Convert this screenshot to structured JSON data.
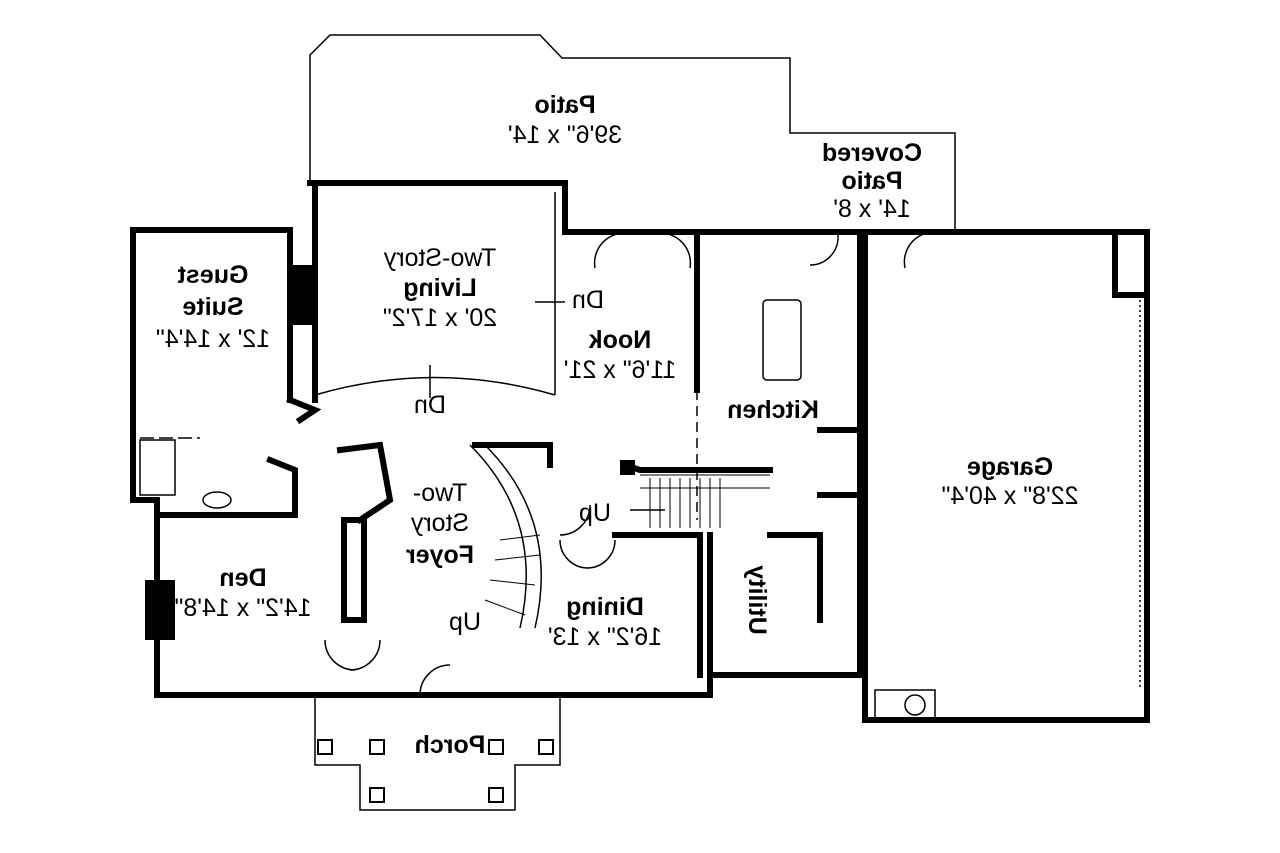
{
  "rooms": {
    "patio": {
      "name": "Patio",
      "size": "39'6\" x 14'"
    },
    "covered_patio": {
      "name1": "Covered",
      "name2": "Patio",
      "size": "14' x 8'"
    },
    "living": {
      "line1": "Two-Story",
      "name": "Living",
      "size": "20' x 17'2\""
    },
    "guest_suite": {
      "name1": "Guest",
      "name2": "Suite",
      "size": "12' x 14'4\""
    },
    "nook": {
      "name": "Nook",
      "size": "11'6\" x 21'"
    },
    "kitchen": {
      "name": "Kitchen"
    },
    "garage": {
      "name": "Garage",
      "size": "22'8\" x 40'4\""
    },
    "foyer": {
      "line1": "Two-",
      "line2": "Story",
      "name": "Foyer"
    },
    "den": {
      "name": "Den",
      "size": "14'2\" x 14'8\""
    },
    "dining": {
      "name": "Dining",
      "size": "16'2\" x 13'"
    },
    "utility": {
      "name": "Utility"
    },
    "porch": {
      "name": "Porch"
    }
  },
  "stairs": {
    "dn_nook": "Dn",
    "dn_living": "Dn",
    "up_back": "Up",
    "up_foyer": "Up"
  }
}
